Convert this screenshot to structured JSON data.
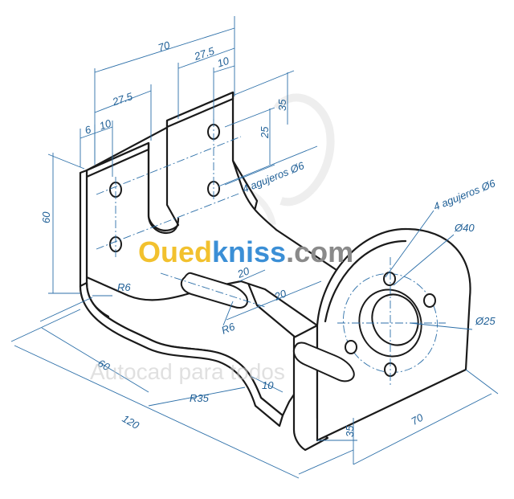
{
  "watermark": {
    "brand_part1": "Oued",
    "brand_part2": "kniss",
    "brand_part3": ".com",
    "caption": "Autocad para todos",
    "colors": {
      "part1": "#f2c12e",
      "part2": "#3b8fd6",
      "part3": "#8a8a8a"
    }
  },
  "dimensions": {
    "d70_top": "70",
    "d27_5_a": "27.5",
    "d27_5_b": "27.5",
    "d10_top": "10",
    "d6": "6",
    "d10_left": "10",
    "d35_right": "35",
    "d25": "25",
    "holes_4x6_a": "4 agujeros Ø6",
    "holes_4x6_b": "4 agujeros Ø6",
    "d60_left": "60",
    "dR6_a": "R6",
    "dR6_b": "R6",
    "d20_a": "20",
    "d20_b": "20",
    "dia40": "Ø40",
    "dia25": "Ø25",
    "d60_bottom": "60",
    "dR35": "R35",
    "d10_bottom": "10",
    "d120": "120",
    "d35_bottom": "35",
    "d70_bottom": "70"
  },
  "colors": {
    "dimension": "#2c6fa8",
    "outline": "#1a1a1a"
  }
}
